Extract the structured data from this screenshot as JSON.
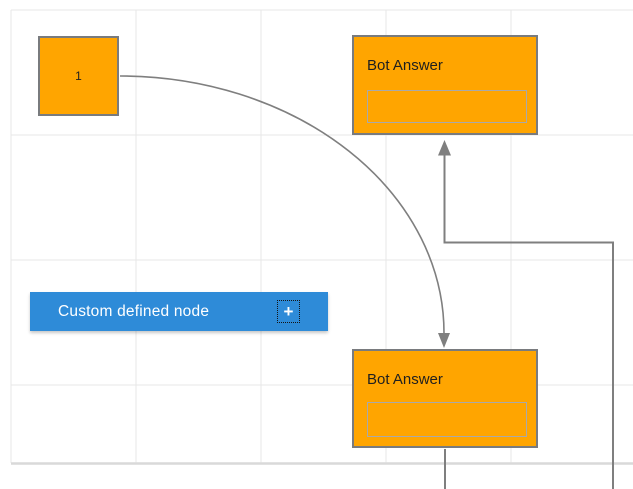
{
  "nodes": {
    "node1": {
      "label": "1"
    },
    "bot_answer_top": {
      "title": "Bot Answer",
      "input_value": ""
    },
    "bot_answer_bottom": {
      "title": "Bot Answer",
      "input_value": ""
    },
    "custom": {
      "label": "Custom defined node",
      "add_icon": "+"
    }
  },
  "colors": {
    "node_fill": "#FFA500",
    "node_border": "#797B7E",
    "inner_border": "#A9A9A9",
    "node_text": "#1F1F1F",
    "custom_node_fill": "#2E8BD8",
    "custom_node_text": "#FFFFFF",
    "connector": "#7F7F7F",
    "grid_line": "#E7E7E7",
    "canvas_edge": "#D9D9D9"
  }
}
